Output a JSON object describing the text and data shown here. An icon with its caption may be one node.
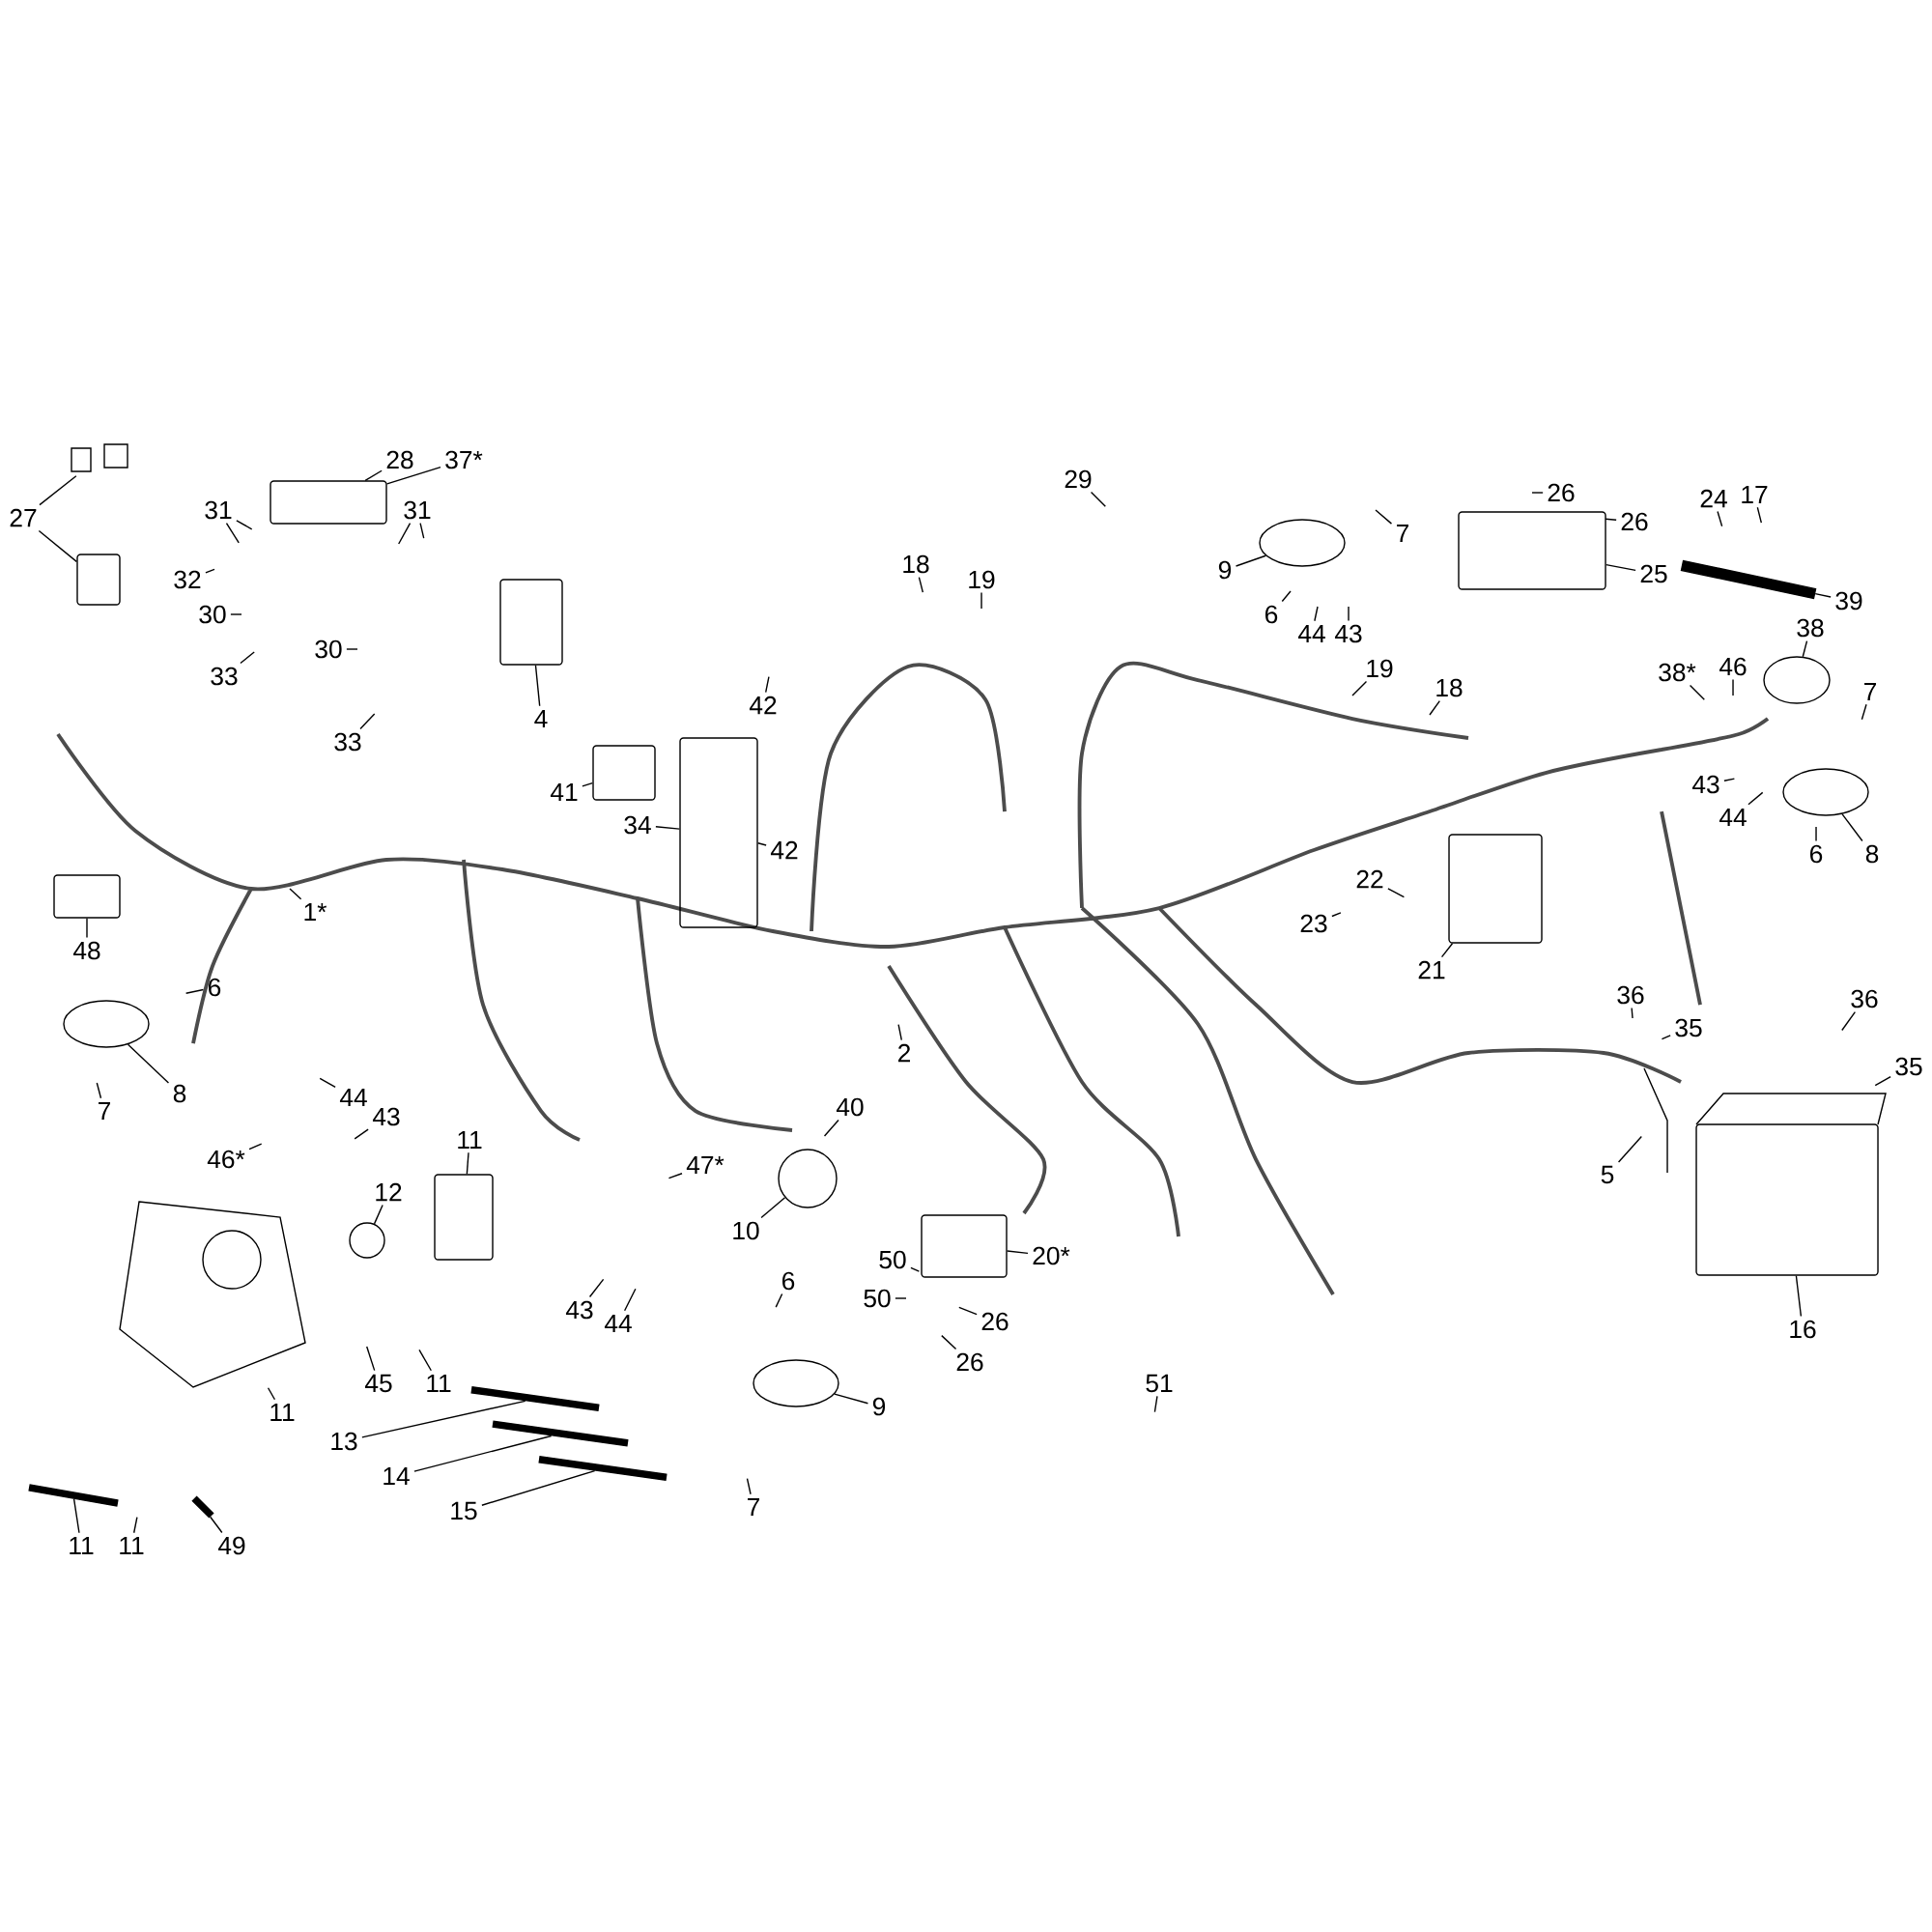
{
  "diagram": {
    "nodes": [
      {
        "text": [
          "27"
        ]
      },
      {
        "text": [
          "28"
        ]
      },
      {
        "text": [
          "37*"
        ]
      },
      {
        "text": [
          "31"
        ]
      },
      {
        "text": [
          "32"
        ]
      },
      {
        "text": [
          "30"
        ]
      },
      {
        "text": [
          "33"
        ]
      },
      {
        "text": [
          "31"
        ]
      },
      {
        "text": [
          "30"
        ]
      },
      {
        "text": [
          "33"
        ]
      },
      {
        "text": [
          "4"
        ]
      },
      {
        "text": [
          "29"
        ]
      },
      {
        "text": [
          "18"
        ]
      },
      {
        "text": [
          "19"
        ]
      },
      {
        "text": [
          "9"
        ]
      },
      {
        "text": [
          "7"
        ]
      },
      {
        "text": [
          "6"
        ]
      },
      {
        "text": [
          "44"
        ]
      },
      {
        "text": [
          "43"
        ]
      },
      {
        "text": [
          "26"
        ]
      },
      {
        "text": [
          "26"
        ]
      },
      {
        "text": [
          "25"
        ]
      },
      {
        "text": [
          "24"
        ]
      },
      {
        "text": [
          "17"
        ]
      },
      {
        "text": [
          "39"
        ]
      },
      {
        "text": [
          "38"
        ]
      },
      {
        "text": [
          "19"
        ]
      },
      {
        "text": [
          "18"
        ]
      },
      {
        "text": [
          "42"
        ]
      },
      {
        "text": [
          "41"
        ]
      },
      {
        "text": [
          "34"
        ]
      },
      {
        "text": [
          "42"
        ]
      },
      {
        "text": [
          "46"
        ]
      },
      {
        "text": [
          "38*"
        ]
      },
      {
        "text": [
          "7"
        ]
      },
      {
        "text": [
          "43"
        ]
      },
      {
        "text": [
          "44"
        ]
      },
      {
        "text": [
          "6"
        ]
      },
      {
        "text": [
          "8"
        ]
      },
      {
        "text": [
          "1*"
        ]
      },
      {
        "text": [
          "22"
        ]
      },
      {
        "text": [
          "23"
        ]
      },
      {
        "text": [
          "21"
        ]
      },
      {
        "text": [
          "48"
        ]
      },
      {
        "text": [
          "36"
        ]
      },
      {
        "text": [
          "36"
        ]
      },
      {
        "text": [
          "35"
        ]
      },
      {
        "text": [
          "35"
        ]
      },
      {
        "text": [
          "6"
        ]
      },
      {
        "text": [
          "2"
        ]
      },
      {
        "text": [
          "8"
        ]
      },
      {
        "text": [
          "7"
        ]
      },
      {
        "text": [
          "44"
        ]
      },
      {
        "text": [
          "43"
        ]
      },
      {
        "text": [
          "46*"
        ]
      },
      {
        "text": [
          "40"
        ]
      },
      {
        "text": [
          "5"
        ]
      },
      {
        "text": [
          "11"
        ]
      },
      {
        "text": [
          "47*"
        ]
      },
      {
        "text": [
          "10"
        ]
      },
      {
        "text": [
          "12"
        ]
      },
      {
        "text": [
          "20*"
        ]
      },
      {
        "text": [
          "16"
        ]
      },
      {
        "text": [
          "50"
        ]
      },
      {
        "text": [
          "50"
        ]
      },
      {
        "text": [
          "26"
        ]
      },
      {
        "text": [
          "26"
        ]
      },
      {
        "text": [
          "43"
        ]
      },
      {
        "text": [
          "44"
        ]
      },
      {
        "text": [
          "6"
        ]
      },
      {
        "text": [
          "45"
        ]
      },
      {
        "text": [
          "11"
        ]
      },
      {
        "text": [
          "11"
        ]
      },
      {
        "text": [
          "9"
        ]
      },
      {
        "text": [
          "51"
        ]
      },
      {
        "text": [
          "13"
        ]
      },
      {
        "text": [
          "14"
        ]
      },
      {
        "text": [
          "15"
        ]
      },
      {
        "text": [
          "7"
        ]
      },
      {
        "text": [
          "11"
        ]
      },
      {
        "text": [
          "11"
        ]
      },
      {
        "text": [
          "49"
        ]
      },
      {
        "text": [],
        "shape": "picture"
      },
      {
        "text": [],
        "shape": "box"
      },
      {
        "text": [],
        "shape": "box"
      },
      {
        "text": [],
        "shape": "box"
      },
      {
        "text": [],
        "shape": "box"
      },
      {
        "text": [],
        "shape": "box"
      },
      {
        "text": [],
        "shape": "box"
      },
      {
        "text": [],
        "shape": "bar"
      },
      {
        "text": [],
        "shape": "circle"
      },
      {
        "text": [],
        "shape": "box"
      },
      {
        "text": [],
        "shape": "box"
      },
      {
        "text": [],
        "shape": "circle"
      },
      {
        "text": [],
        "shape": "box"
      },
      {
        "text": [],
        "shape": "picture"
      },
      {
        "text": [],
        "shape": "box"
      },
      {
        "text": [],
        "shape": "circle"
      },
      {
        "text": [],
        "shape": "circle"
      },
      {
        "text": [],
        "shape": "box"
      },
      {
        "text": [],
        "shape": "circle"
      },
      {
        "text": [],
        "shape": "circle"
      },
      {
        "text": [],
        "shape": "circle"
      },
      {
        "text": [],
        "shape": "bar"
      },
      {
        "text": [],
        "shape": "bar"
      },
      {
        "text": [],
        "shape": "bar"
      },
      {
        "text": [],
        "shape": "bar"
      },
      {
        "text": [],
        "shape": "bar"
      },
      {
        "text": [],
        "shape": "picture"
      }
    ],
    "edges": [
      {
        "from": 0,
        "to": 82,
        "arrow": "none"
      },
      {
        "from": 0,
        "to": 83,
        "arrow": "none"
      },
      {
        "from": 1,
        "to": 84,
        "arrow": "none"
      },
      {
        "from": 2,
        "to": 84,
        "arrow": "none"
      },
      {
        "from": 3,
        "to": null,
        "arrow": "none"
      },
      {
        "from": 3,
        "to": null,
        "arrow": "none"
      },
      {
        "from": 4,
        "to": null,
        "arrow": "none"
      },
      {
        "from": 5,
        "to": null,
        "arrow": "none"
      },
      {
        "from": 6,
        "to": null,
        "arrow": "none"
      },
      {
        "from": 7,
        "to": null,
        "arrow": "none"
      },
      {
        "from": 7,
        "to": null,
        "arrow": "none"
      },
      {
        "from": 8,
        "to": null,
        "arrow": "none"
      },
      {
        "from": 9,
        "to": null,
        "arrow": "none"
      },
      {
        "from": 10,
        "to": 85,
        "arrow": "none"
      },
      {
        "from": 11,
        "to": null,
        "arrow": "none"
      },
      {
        "from": 12,
        "to": null,
        "arrow": "none"
      },
      {
        "from": 13,
        "to": null,
        "arrow": "none"
      },
      {
        "from": 14,
        "to": 101,
        "arrow": "none"
      },
      {
        "from": 15,
        "to": null,
        "arrow": "none"
      },
      {
        "from": 16,
        "to": null,
        "arrow": "none"
      },
      {
        "from": 17,
        "to": null,
        "arrow": "none"
      },
      {
        "from": 18,
        "to": null,
        "arrow": "none"
      },
      {
        "from": 19,
        "to": null,
        "arrow": "none"
      },
      {
        "from": 20,
        "to": null,
        "arrow": "none"
      },
      {
        "from": 21,
        "to": 88,
        "arrow": "none"
      },
      {
        "from": 22,
        "to": null,
        "arrow": "none"
      },
      {
        "from": 23,
        "to": null,
        "arrow": "none"
      },
      {
        "from": 24,
        "to": 89,
        "arrow": "none"
      },
      {
        "from": 25,
        "to": 90,
        "arrow": "none"
      },
      {
        "from": 26,
        "to": null,
        "arrow": "none"
      },
      {
        "from": 27,
        "to": null,
        "arrow": "none"
      },
      {
        "from": 28,
        "to": null,
        "arrow": "none"
      },
      {
        "from": 29,
        "to": 86,
        "arrow": "none"
      },
      {
        "from": 30,
        "to": 87,
        "arrow": "none"
      },
      {
        "from": 31,
        "to": 87,
        "arrow": "none"
      },
      {
        "from": 32,
        "to": null,
        "arrow": "none"
      },
      {
        "from": 33,
        "to": null,
        "arrow": "none"
      },
      {
        "from": 34,
        "to": null,
        "arrow": "none"
      },
      {
        "from": 35,
        "to": null,
        "arrow": "none"
      },
      {
        "from": 36,
        "to": null,
        "arrow": "none"
      },
      {
        "from": 37,
        "to": null,
        "arrow": "none"
      },
      {
        "from": 38,
        "to": 102,
        "arrow": "none"
      },
      {
        "from": 39,
        "to": null,
        "arrow": "none"
      },
      {
        "from": 40,
        "to": null,
        "arrow": "none"
      },
      {
        "from": 41,
        "to": null,
        "arrow": "none"
      },
      {
        "from": 42,
        "to": 91,
        "arrow": "none"
      },
      {
        "from": 43,
        "to": 92,
        "arrow": "none"
      },
      {
        "from": 44,
        "to": null,
        "arrow": "none"
      },
      {
        "from": 45,
        "to": null,
        "arrow": "none"
      },
      {
        "from": 46,
        "to": null,
        "arrow": "none"
      },
      {
        "from": 47,
        "to": null,
        "arrow": "none"
      },
      {
        "from": 48,
        "to": null,
        "arrow": "none"
      },
      {
        "from": 49,
        "to": null,
        "arrow": "none"
      },
      {
        "from": 50,
        "to": 93,
        "arrow": "none"
      },
      {
        "from": 51,
        "to": null,
        "arrow": "none"
      },
      {
        "from": 52,
        "to": null,
        "arrow": "none"
      },
      {
        "from": 53,
        "to": null,
        "arrow": "none"
      },
      {
        "from": 54,
        "to": null,
        "arrow": "none"
      },
      {
        "from": 55,
        "to": null,
        "arrow": "none"
      },
      {
        "from": 56,
        "to": 108,
        "arrow": "none"
      },
      {
        "from": 57,
        "to": 96,
        "arrow": "none"
      },
      {
        "from": 58,
        "to": null,
        "arrow": "none"
      },
      {
        "from": 59,
        "to": 98,
        "arrow": "none"
      },
      {
        "from": 60,
        "to": 97,
        "arrow": "none"
      },
      {
        "from": 61,
        "to": 99,
        "arrow": "none"
      },
      {
        "from": 62,
        "to": 94,
        "arrow": "none"
      },
      {
        "from": 63,
        "to": null,
        "arrow": "none"
      },
      {
        "from": 64,
        "to": null,
        "arrow": "none"
      },
      {
        "from": 65,
        "to": null,
        "arrow": "none"
      },
      {
        "from": 66,
        "to": null,
        "arrow": "none"
      },
      {
        "from": 67,
        "to": null,
        "arrow": "none"
      },
      {
        "from": 68,
        "to": null,
        "arrow": "none"
      },
      {
        "from": 69,
        "to": null,
        "arrow": "none"
      },
      {
        "from": 70,
        "to": null,
        "arrow": "none"
      },
      {
        "from": 71,
        "to": null,
        "arrow": "none"
      },
      {
        "from": 72,
        "to": 95,
        "arrow": "none"
      },
      {
        "from": 73,
        "to": 100,
        "arrow": "none"
      },
      {
        "from": 74,
        "to": null,
        "arrow": "none"
      },
      {
        "from": 75,
        "to": 103,
        "arrow": "none"
      },
      {
        "from": 76,
        "to": 104,
        "arrow": "none"
      },
      {
        "from": 77,
        "to": 105,
        "arrow": "none"
      },
      {
        "from": 78,
        "to": null,
        "arrow": "none"
      },
      {
        "from": 79,
        "to": 106,
        "arrow": "none"
      },
      {
        "from": 80,
        "to": null,
        "arrow": "none"
      },
      {
        "from": 81,
        "to": 107,
        "arrow": "none"
      }
    ]
  }
}
